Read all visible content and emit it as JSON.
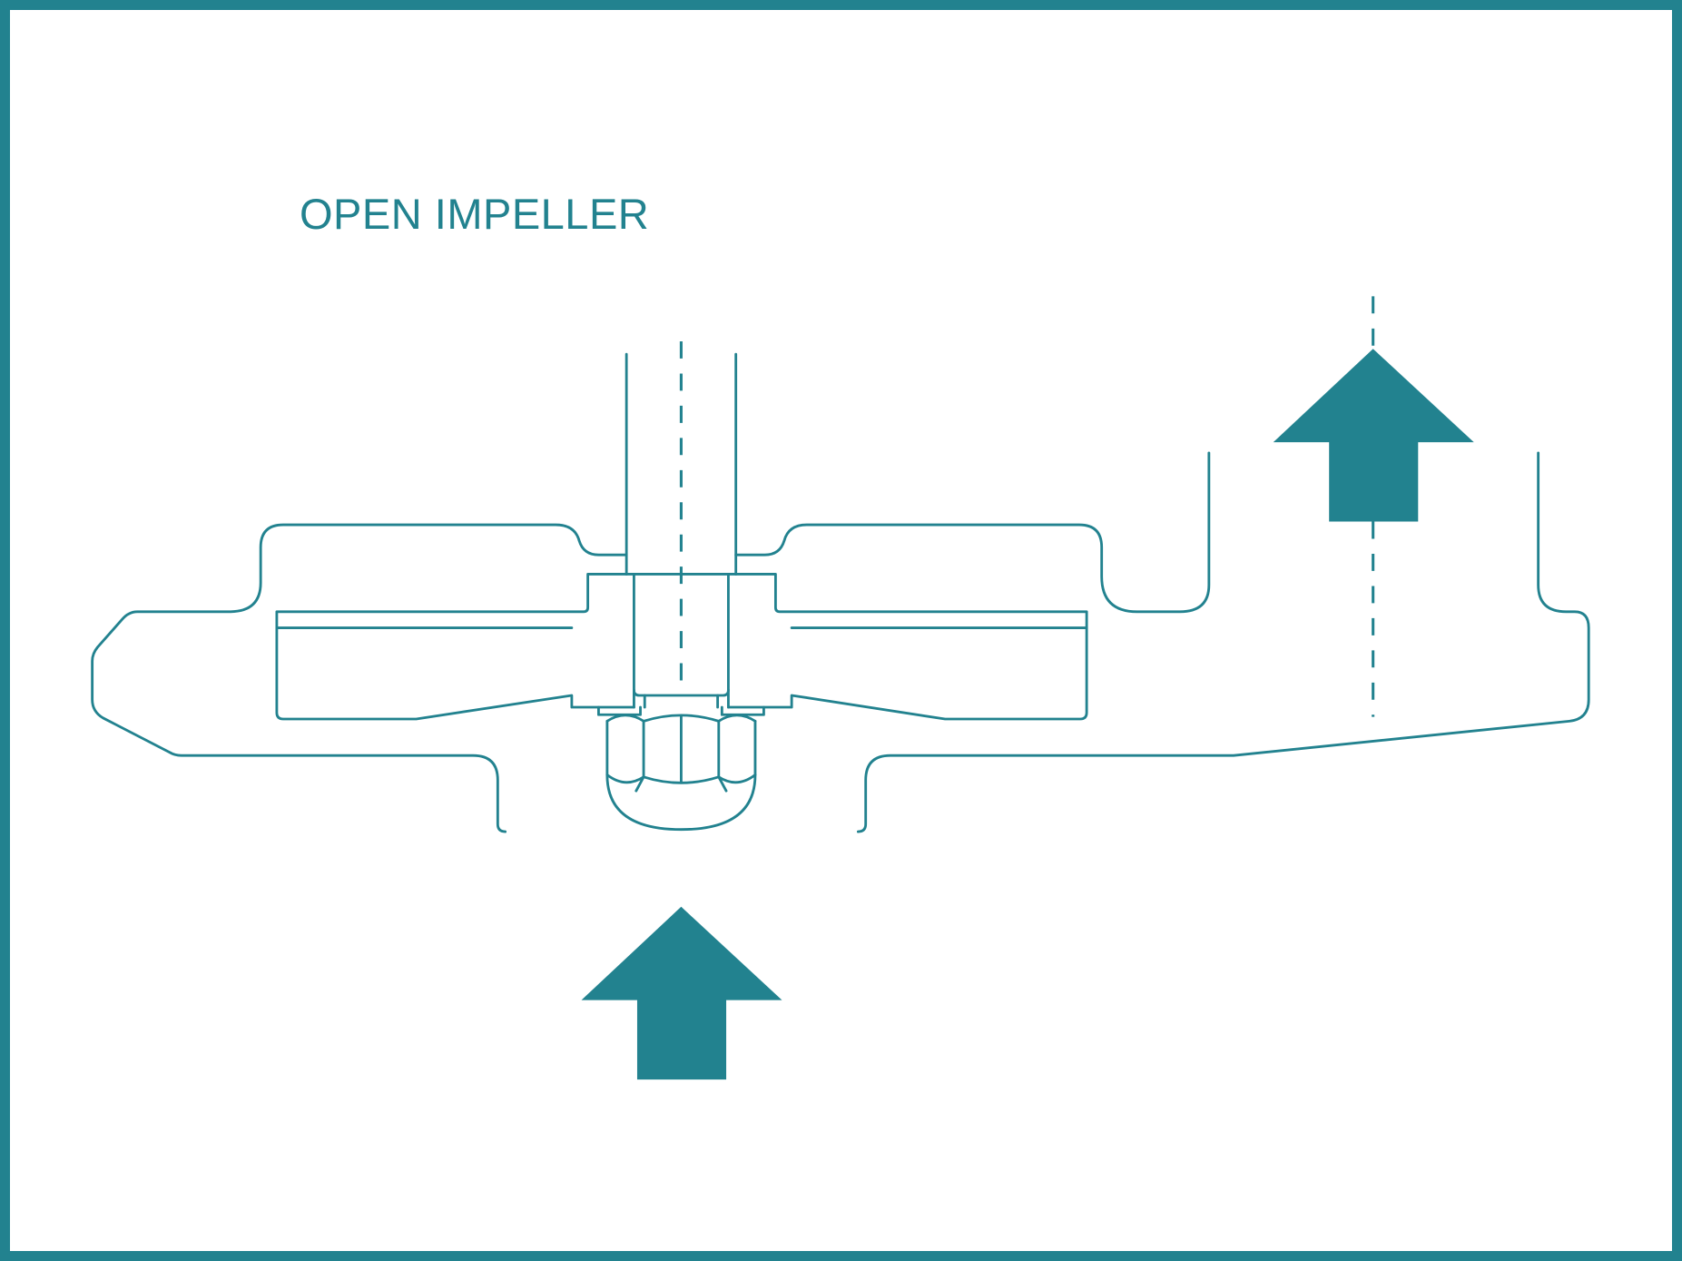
{
  "title": "OPEN IMPELLER",
  "colors": {
    "accent": "#22828f",
    "background": "#ffffff"
  },
  "arrows": [
    {
      "name": "inlet-flow-arrow",
      "direction": "up"
    },
    {
      "name": "outlet-flow-arrow",
      "direction": "up"
    }
  ]
}
